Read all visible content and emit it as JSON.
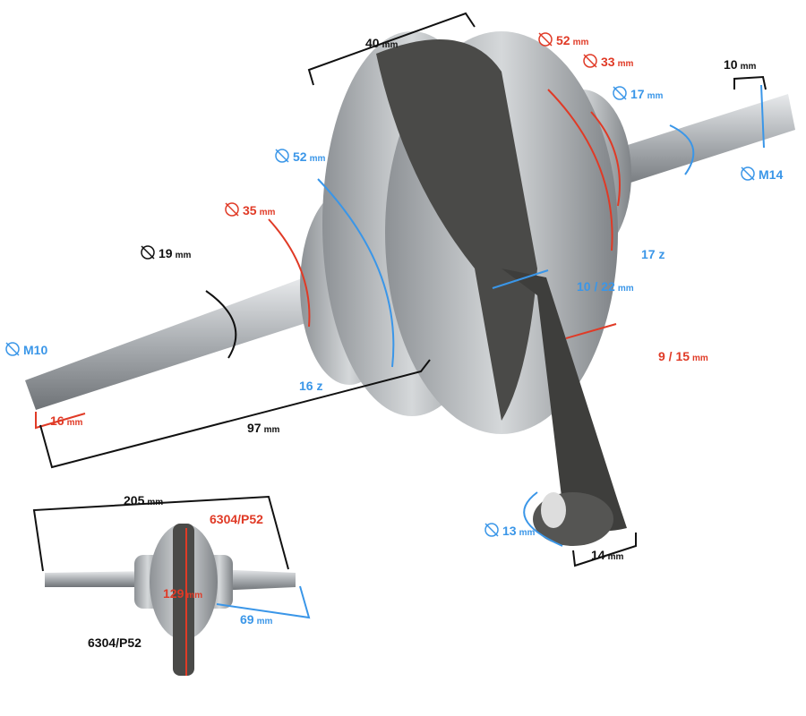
{
  "colors": {
    "red": "#e03a26",
    "blue": "#3a96e8",
    "black": "#111111",
    "steel": "#b9bcbf",
    "cast": "#4a4a48"
  },
  "main_view": {
    "flywheel_width": {
      "value": "40",
      "unit": "mm"
    },
    "bearing_right_outer": {
      "symbol": "diameter",
      "value": "52",
      "unit": "mm"
    },
    "bearing_right_inner": {
      "symbol": "diameter",
      "value": "33",
      "unit": "mm"
    },
    "thread_right_length": {
      "value": "10",
      "unit": "mm"
    },
    "shaft_right_diameter": {
      "symbol": "diameter",
      "value": "17",
      "unit": "mm"
    },
    "thread_right": {
      "symbol": "diameter",
      "value": "M14"
    },
    "gear_right_teeth": {
      "value": "17 z"
    },
    "bearing_left_outer": {
      "symbol": "diameter",
      "value": "52",
      "unit": "mm"
    },
    "bearing_left_inner": {
      "symbol": "diameter",
      "value": "35",
      "unit": "mm"
    },
    "shaft_left_diameter": {
      "symbol": "diameter",
      "value": "19",
      "unit": "mm"
    },
    "web_gap": {
      "value": "10 / 22",
      "unit": "mm"
    },
    "web_thickness": {
      "value": "9 / 15",
      "unit": "mm"
    },
    "thread_left": {
      "symbol": "diameter",
      "value": "M10"
    },
    "gear_left_teeth": {
      "value": "16 z"
    },
    "thread_left_length": {
      "value": "16",
      "unit": "mm"
    },
    "shaft_left_length": {
      "value": "97",
      "unit": "mm"
    },
    "small_end_diameter": {
      "symbol": "diameter",
      "value": "13",
      "unit": "mm"
    },
    "small_end_width": {
      "value": "14",
      "unit": "mm"
    }
  },
  "overview": {
    "total_length": {
      "value": "205",
      "unit": "mm"
    },
    "bearing_top": {
      "value": "6304/P52"
    },
    "flywheel_diameter": {
      "value": "129",
      "unit": "mm"
    },
    "right_length": {
      "value": "69",
      "unit": "mm"
    },
    "bearing_bottom": {
      "value": "6304/P52"
    }
  }
}
